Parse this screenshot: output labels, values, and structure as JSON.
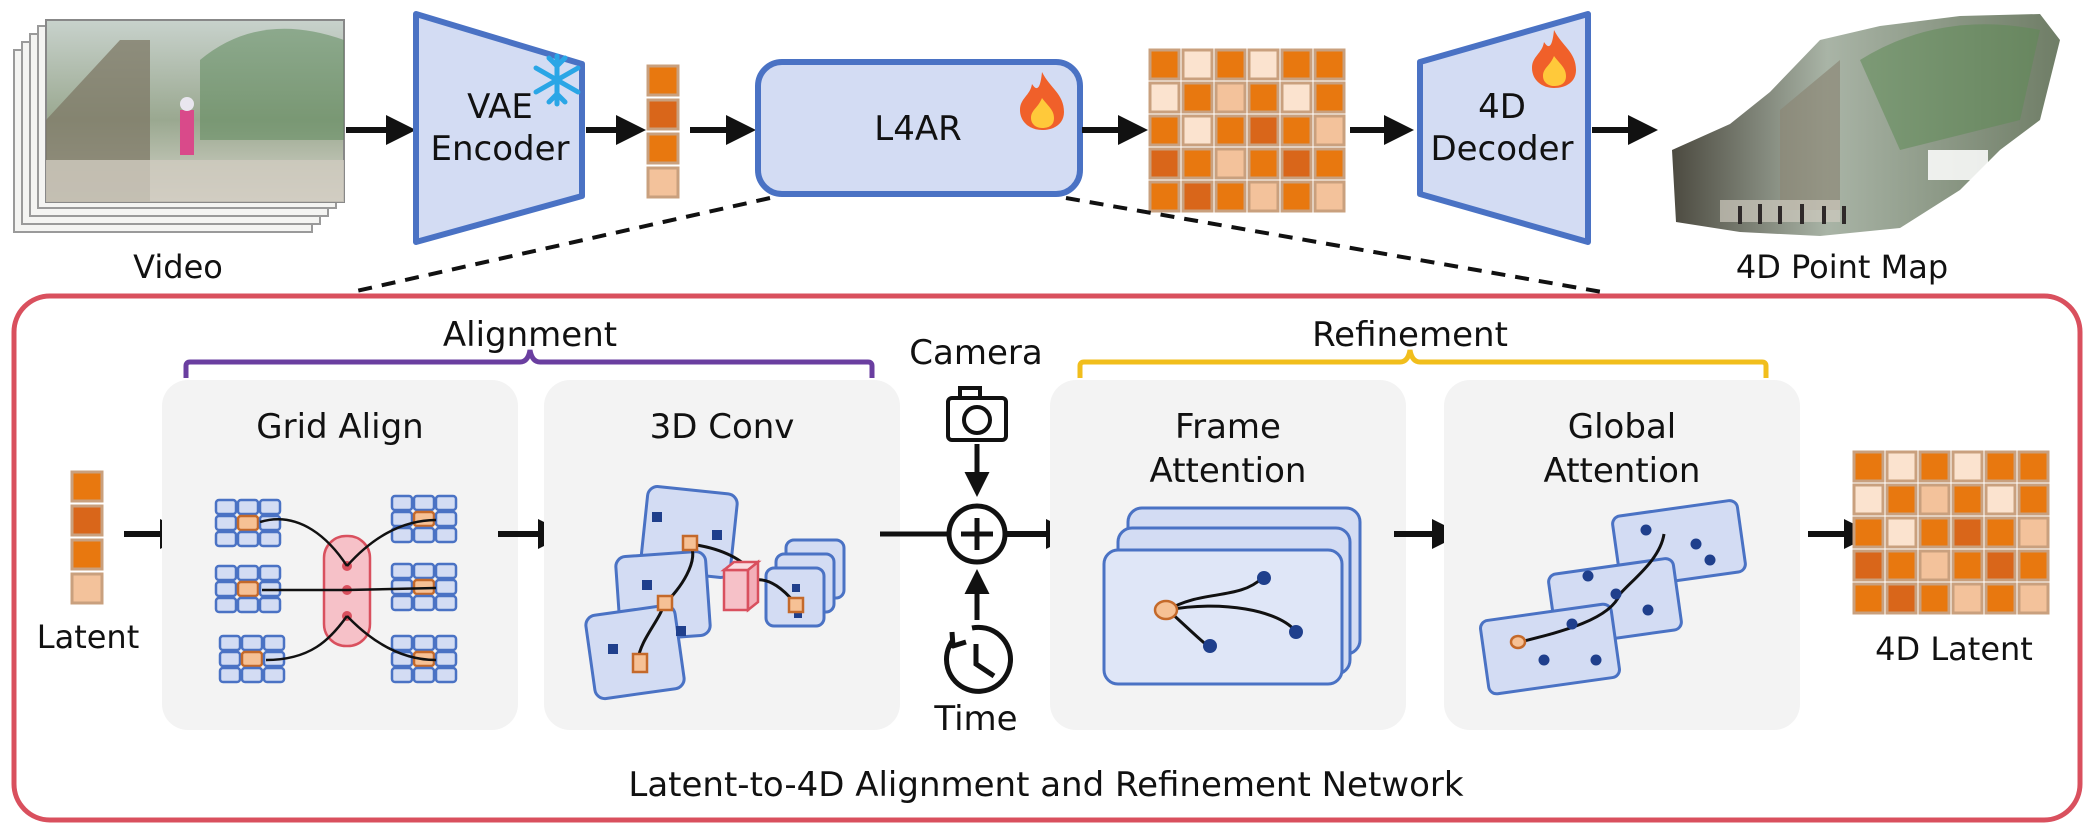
{
  "top": {
    "video_label": "Video",
    "vae_label_line1": "VAE",
    "vae_label_line2": "Encoder",
    "l4ar_label": "L4AR",
    "decoder_label_line1": "4D",
    "decoder_label_line2": "Decoder",
    "point_map_label": "4D Point Map"
  },
  "network": {
    "title": "Latent-to-4D Alignment and Refinement Network",
    "alignment_label": "Alignment",
    "refinement_label": "Refinement",
    "latent_label": "Latent",
    "grid_align_label": "Grid Align",
    "conv_label": "3D Conv",
    "camera_label": "Camera",
    "time_label": "Time",
    "frame_attention_line1": "Frame",
    "frame_attention_line2": "Attention",
    "global_attention_line1": "Global",
    "global_attention_line2": "Attention",
    "latent_4d_label": "4D Latent"
  },
  "icons": {
    "frozen": "snowflake-icon",
    "trainable": "fire-icon",
    "camera": "camera-icon",
    "time": "clock-icon",
    "fusion": "plus-circle-icon"
  },
  "colors": {
    "encoder_fill": "#d3dcf3",
    "encoder_stroke": "#4a72c4",
    "latent_dark": "#e8780f",
    "latent_mid": "#d9661a",
    "latent_light": "#f3c29b",
    "latent_pale": "#fbe3cf",
    "network_border": "#d9505e",
    "alignment_brace": "#6a3ea0",
    "refinement_brace": "#f1be1c",
    "panel_bg": "#f3f3f3"
  }
}
